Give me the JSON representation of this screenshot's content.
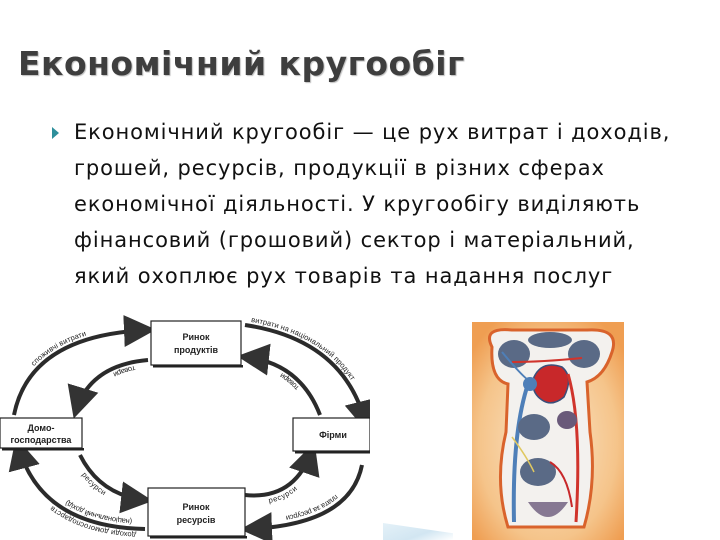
{
  "slide": {
    "title": "Економічний кругообіг",
    "bullets": [
      {
        "icon": "triangle-bullet-icon",
        "text": "Економічний кругообіг — це рух витрат і доходів, грошей, ресурсів, продукції в різних сферах економічної діяльності. У кругообігу виділяють фінансовий (грошовий) сектор і матеріальний, який охоплює рух товарів та надання послуг"
      }
    ],
    "accent_color": "#2e8f9b"
  },
  "diagram": {
    "nodes": {
      "product_market": [
        "Ринок",
        "продуктів"
      ],
      "resource_market": [
        "Ринок",
        "ресурсів"
      ],
      "households": [
        "Домо-",
        "господарства"
      ],
      "firms": "Фірми"
    },
    "flows": {
      "consumer_spending": "споживчі витрати",
      "national_product_spending": "витрати на національний продукт",
      "goods_to_households": "товари",
      "goods_from_firms": "товари",
      "resources_from_households": "ресурси",
      "resources_to_firms": "ресурси",
      "household_income": "доходи домогосподарств",
      "national_income": "(національний дохід)",
      "payment_for_resources": "плата за ресурси"
    }
  },
  "illustration": {
    "name": "circulatory-system-illustration"
  }
}
